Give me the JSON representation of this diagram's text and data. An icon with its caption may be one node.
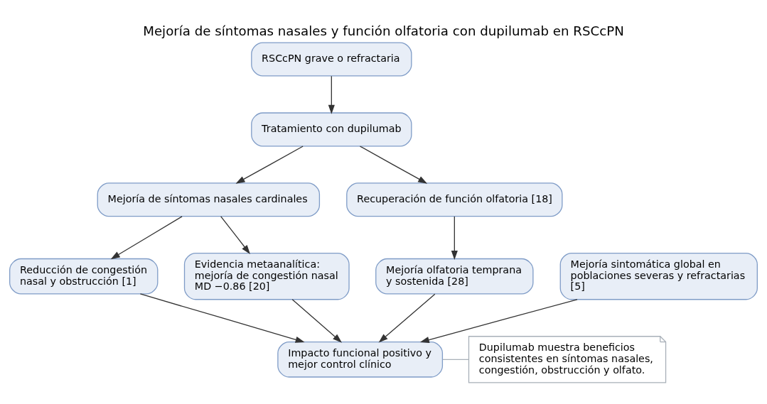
{
  "diagram": {
    "title": "Mejoría de síntomas nasales y función olfatoria con dupilumab en RSCcPN",
    "nodes": [
      {
        "text": [
          "RSCcPN grave o refractaria"
        ]
      },
      {
        "text": [
          "Tratamiento con dupilumab"
        ]
      },
      {
        "text": [
          "Mejoría de síntomas nasales cardinales"
        ]
      },
      {
        "text": [
          "Recuperación de función olfatoria [18]"
        ]
      },
      {
        "text": [
          "Reducción de congestión nasal y obstrucción [1]"
        ]
      },
      {
        "text": [
          "Evidencia metaanalítica: mejoría de congestión nasal MD −0.86 [20]"
        ]
      },
      {
        "text": [
          "Mejoría olfatoria temprana y sostenida [28]"
        ]
      },
      {
        "text": [
          "Mejoría sintomática global en poblaciones severas y refractarias [5]"
        ]
      },
      {
        "text": [
          "Impacto funcional positivo y mejor control clínico"
        ]
      },
      {
        "text": [
          "Dupilumab muestra beneficios consistentes en síntomas nasales, congestión, obstrucción y olfato."
        ]
      }
    ],
    "edges": [
      {
        "from": 0,
        "to": 1,
        "arrow": "to"
      },
      {
        "from": 1,
        "to": 2,
        "arrow": "to"
      },
      {
        "from": 1,
        "to": 3,
        "arrow": "to"
      },
      {
        "from": 2,
        "to": 4,
        "arrow": "to"
      },
      {
        "from": 2,
        "to": 5,
        "arrow": "to"
      },
      {
        "from": 3,
        "to": 6,
        "arrow": "to"
      },
      {
        "from": 4,
        "to": 8,
        "arrow": "to"
      },
      {
        "from": 5,
        "to": 8,
        "arrow": "to"
      },
      {
        "from": 6,
        "to": 8,
        "arrow": "to"
      },
      {
        "from": 7,
        "to": 8,
        "arrow": "to"
      },
      {
        "from": 8,
        "to": 9,
        "arrow": "none",
        "color": "#a8b0b8"
      }
    ]
  }
}
